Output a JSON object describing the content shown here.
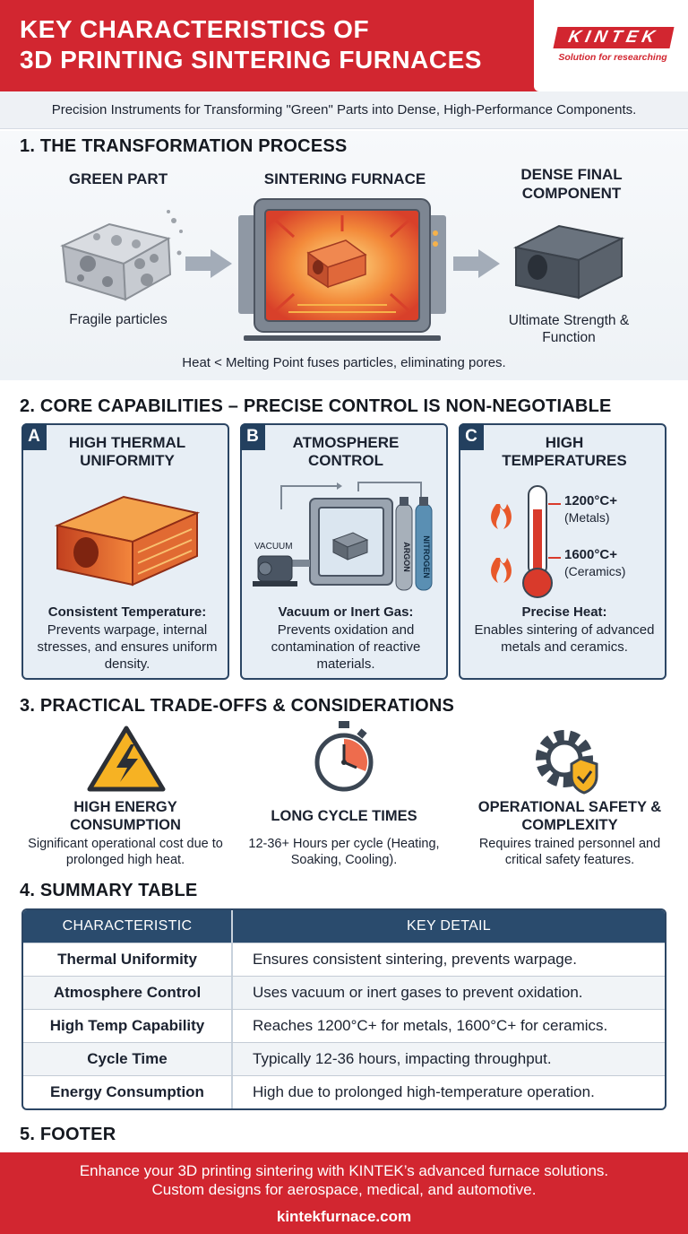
{
  "header": {
    "title_line1": "KEY CHARACTERISTICS OF",
    "title_line2": "3D PRINTING SINTERING FURNACES",
    "logo_text": "KINTEK",
    "logo_tagline": "Solution for researching"
  },
  "subtitle": "Precision Instruments for Transforming \"Green\" Parts into Dense, High-Performance Components.",
  "section1": {
    "title": "1.  THE TRANSFORMATION PROCESS",
    "stages": [
      {
        "label": "GREEN PART",
        "caption": "Fragile particles"
      },
      {
        "label": "SINTERING FURNACE",
        "caption": ""
      },
      {
        "label": "DENSE FINAL COMPONENT",
        "caption": "Ultimate Strength & Function"
      }
    ],
    "note": "Heat < Melting Point fuses particles, eliminating pores."
  },
  "section2": {
    "title": "2.  CORE CAPABILITIES – PRECISE CONTROL IS NON-NEGOTIABLE",
    "cards": [
      {
        "badge": "A",
        "title": "HIGH THERMAL UNIFORMITY",
        "heading": "Consistent Temperature:",
        "desc": "Prevents warpage, internal stresses, and ensures uniform density."
      },
      {
        "badge": "B",
        "title": "ATMOSPHERE CONTROL",
        "heading": "Vacuum or Inert Gas:",
        "desc": "Prevents oxidation and contamination of reactive materials.",
        "labels": {
          "vacuum": "VACUUM",
          "argon": "ARGON",
          "nitrogen": "NITROGEN"
        }
      },
      {
        "badge": "C",
        "title": "HIGH TEMPERATURES",
        "heading": "Precise Heat:",
        "desc": "Enables sintering of advanced metals and ceramics.",
        "marks": [
          {
            "value": "1200°C+",
            "material": "(Metals)"
          },
          {
            "value": "1600°C+",
            "material": "(Ceramics)"
          }
        ]
      }
    ]
  },
  "section3": {
    "title": "3.  PRACTICAL TRADE-OFFS & CONSIDERATIONS",
    "items": [
      {
        "icon": "warning-lightning-icon",
        "title": "HIGH ENERGY CONSUMPTION",
        "desc": "Significant operational cost due to prolonged high heat."
      },
      {
        "icon": "stopwatch-icon",
        "title": "LONG CYCLE TIMES",
        "desc": "12-36+ Hours per cycle (Heating, Soaking, Cooling)."
      },
      {
        "icon": "gear-shield-icon",
        "title": "OPERATIONAL SAFETY & COMPLEXITY",
        "desc": "Requires trained personnel and critical safety features."
      }
    ]
  },
  "section4": {
    "title": "4.  SUMMARY TABLE",
    "headers": [
      "CHARACTERISTIC",
      "KEY DETAIL"
    ],
    "rows": [
      [
        "Thermal Uniformity",
        "Ensures consistent sintering, prevents warpage."
      ],
      [
        "Atmosphere Control",
        "Uses vacuum or inert gases to prevent oxidation."
      ],
      [
        "High Temp Capability",
        "Reaches 1200°C+ for metals, 1600°C+ for ceramics."
      ],
      [
        "Cycle Time",
        "Typically 12-36 hours, impacting throughput."
      ],
      [
        "Energy Consumption",
        "High due to prolonged high-temperature operation."
      ]
    ]
  },
  "section5": {
    "title": "5.  FOOTER"
  },
  "footer": {
    "line1": "Enhance your 3D printing sintering with KINTEK’s advanced furnace solutions.",
    "line2": "Custom designs for aerospace, medical, and automotive.",
    "url": "kintekfurnace.com"
  },
  "colors": {
    "brand_red": "#d22630",
    "navy": "#2a4b6d",
    "card_bg": "#e7eef5"
  }
}
